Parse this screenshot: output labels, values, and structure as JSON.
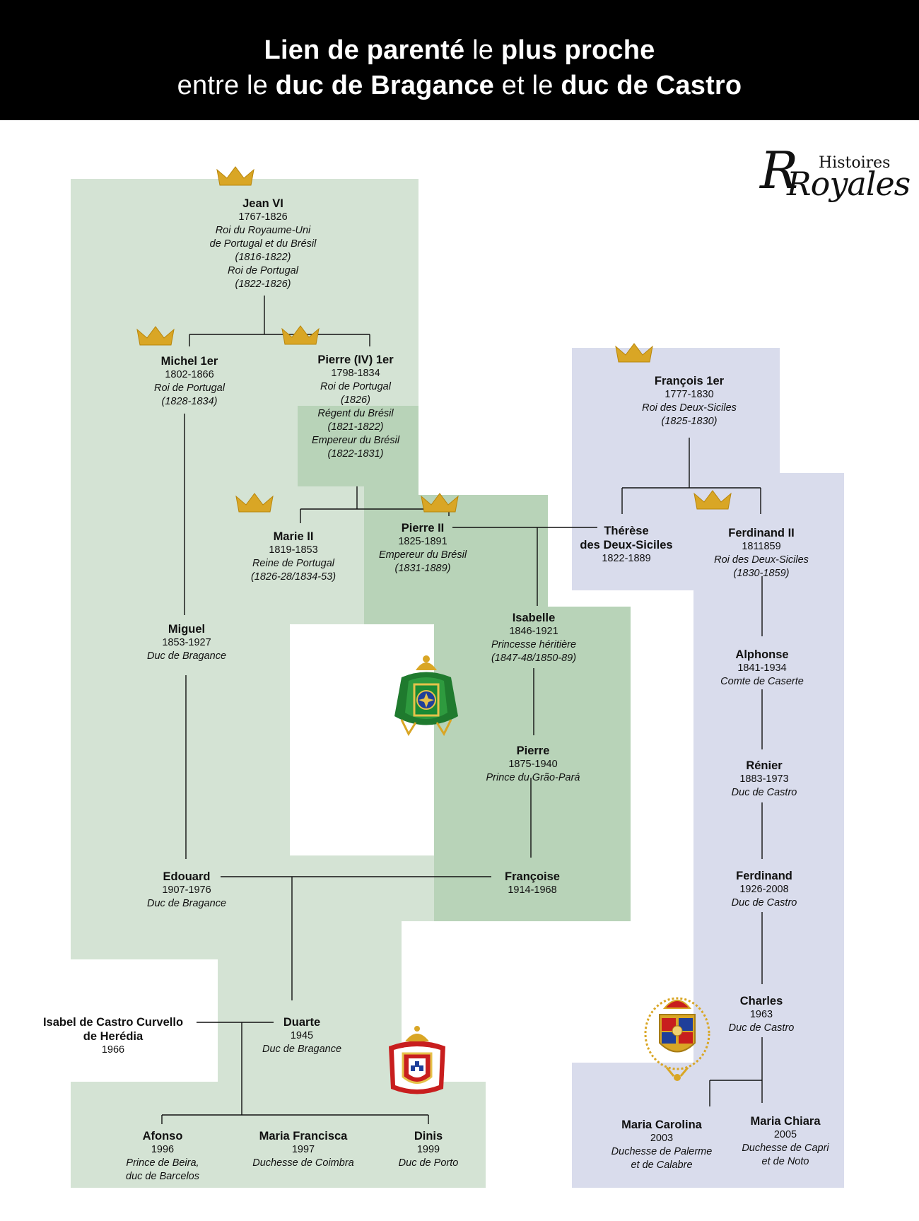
{
  "header": {
    "line1": [
      {
        "text": "Lien de parenté",
        "bold": true
      },
      {
        "text": " le ",
        "bold": false
      },
      {
        "text": "plus proche",
        "bold": true
      }
    ],
    "line2": [
      {
        "text": "entre le ",
        "bold": false
      },
      {
        "text": "duc de Bragance",
        "bold": true
      },
      {
        "text": " et le ",
        "bold": false
      },
      {
        "text": "duc de Castro",
        "bold": true
      }
    ]
  },
  "logo": {
    "line1": "Histoires",
    "line2": "Royales"
  },
  "colors": {
    "header_bg": "#000000",
    "bragance_light": "#d4e3d4",
    "bragance_dark": "#b8d3b8",
    "castro_bg": "#d9dcec",
    "crown": "#d9a625",
    "line": "#111111"
  },
  "persons": {
    "jean_vi": {
      "name": "Jean VI",
      "dates": "1767-1826",
      "titles": [
        "Roi du Royaume-Uni",
        "de Portugal et du Brésil",
        "(1816-1822)",
        "Roi de Portugal",
        "(1822-1826)"
      ],
      "crowned": true
    },
    "michel_1er": {
      "name": "Michel 1er",
      "dates": "1802-1866",
      "titles": [
        "Roi de Portugal",
        "(1828-1834)"
      ],
      "crowned": true
    },
    "pierre_iv": {
      "name": "Pierre (IV) 1er",
      "dates": "1798-1834",
      "titles": [
        "Roi de Portugal",
        "(1826)",
        "Régent du Brésil",
        "(1821-1822)",
        "Empereur du Brésil",
        "(1822-1831)"
      ],
      "crowned": true
    },
    "francois_1er": {
      "name": "François 1er",
      "dates": "1777-1830",
      "titles": [
        "Roi des Deux-Siciles",
        "(1825-1830)"
      ],
      "crowned": true
    },
    "marie_ii": {
      "name": "Marie II",
      "dates": "1819-1853",
      "titles": [
        "Reine de Portugal",
        "(1826-28/1834-53)"
      ],
      "crowned": true
    },
    "pierre_ii": {
      "name": "Pierre II",
      "dates": "1825-1891",
      "titles": [
        "Empereur du Brésil",
        "(1831-1889)"
      ],
      "crowned": true
    },
    "therese": {
      "name": "Thérèse",
      "name2": "des Deux-Siciles",
      "dates": "1822-1889",
      "titles": [],
      "crowned": false
    },
    "ferdinand_ii": {
      "name": "Ferdinand II",
      "dates": "1811859",
      "titles": [
        "Roi des Deux-Siciles",
        "(1830-1859)"
      ],
      "crowned": true
    },
    "miguel": {
      "name": "Miguel",
      "dates": "1853-1927",
      "titles": [
        "Duc de Bragance"
      ],
      "crowned": false
    },
    "isabelle": {
      "name": "Isabelle",
      "dates": "1846-1921",
      "titles": [
        "Princesse héritière",
        "(1847-48/1850-89)"
      ],
      "crowned": false
    },
    "alphonse": {
      "name": "Alphonse",
      "dates": "1841-1934",
      "titles": [
        "Comte de Caserte"
      ],
      "crowned": false
    },
    "pierre": {
      "name": "Pierre",
      "dates": "1875-1940",
      "titles": [
        "Prince du Grão-Pará"
      ],
      "crowned": false
    },
    "renier": {
      "name": "Rénier",
      "dates": "1883-1973",
      "titles": [
        "Duc de Castro"
      ],
      "crowned": false
    },
    "edouard": {
      "name": "Edouard",
      "dates": "1907-1976",
      "titles": [
        "Duc de Bragance"
      ],
      "crowned": false
    },
    "francoise": {
      "name": "Françoise",
      "dates": "1914-1968",
      "titles": [],
      "crowned": false
    },
    "ferdinand": {
      "name": "Ferdinand",
      "dates": "1926-2008",
      "titles": [
        "Duc de Castro"
      ],
      "crowned": false
    },
    "charles": {
      "name": "Charles",
      "dates": "1963",
      "titles": [
        "Duc de Castro"
      ],
      "crowned": false
    },
    "isabel": {
      "name": "Isabel de Castro Curvello",
      "name2": "de Herédia",
      "dates": "1966",
      "titles": [],
      "crowned": false
    },
    "duarte": {
      "name": "Duarte",
      "dates": "1945",
      "titles": [
        "Duc de Bragance"
      ],
      "crowned": false
    },
    "afonso": {
      "name": "Afonso",
      "dates": "1996",
      "titles": [
        "Prince de Beira,",
        "duc de Barcelos"
      ],
      "crowned": false
    },
    "maria_francisca": {
      "name": "Maria Francisca",
      "dates": "1997",
      "titles": [
        "Duchesse de Coimbra"
      ],
      "crowned": false
    },
    "dinis": {
      "name": "Dinis",
      "dates": "1999",
      "titles": [
        "Duc de Porto"
      ],
      "crowned": false
    },
    "maria_carolina": {
      "name": "Maria Carolina",
      "dates": "2003",
      "titles": [
        "Duchesse de Palerme",
        "et de Calabre"
      ],
      "crowned": false
    },
    "maria_chiara": {
      "name": "Maria Chiara",
      "dates": "2005",
      "titles": [
        "Duchesse de Capri",
        "et de Noto"
      ],
      "crowned": false
    }
  }
}
